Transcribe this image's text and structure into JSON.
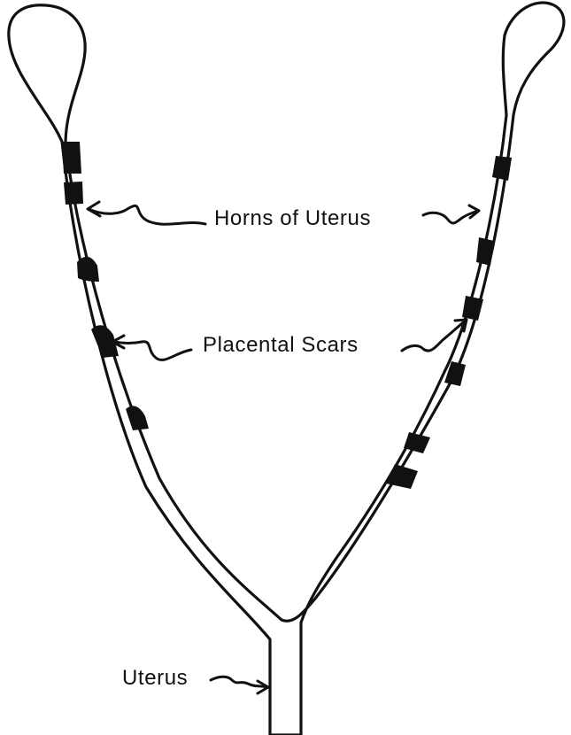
{
  "labels": {
    "horns": "Horns of Uterus",
    "scars": "Placental Scars",
    "uterus": "Uterus"
  },
  "colors": {
    "ink": "#111111",
    "background": "#ffffff"
  }
}
